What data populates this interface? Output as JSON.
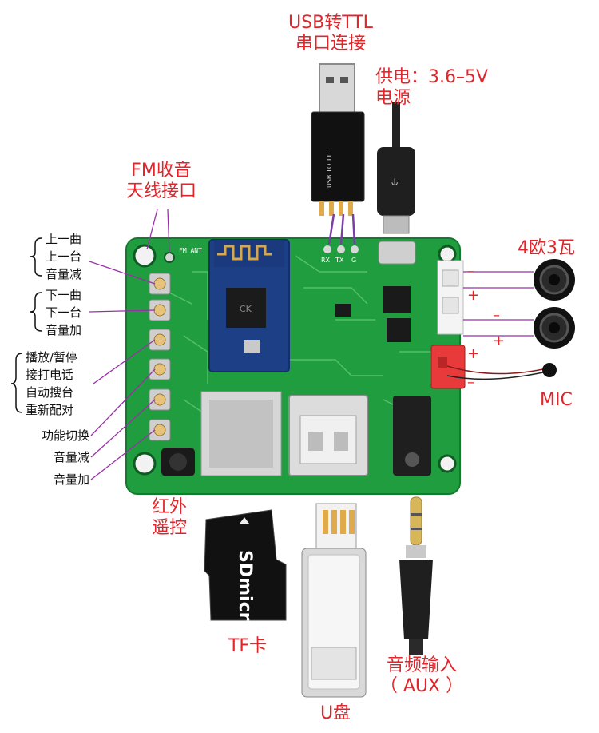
{
  "labels": {
    "usb_ttl_line1": "USB转TTL",
    "usb_ttl_line2": "串口连接",
    "power_line1": "供电：3.6–5V",
    "power_line2": "电源",
    "fm_line1": "FM收音",
    "fm_line2": "天线接口",
    "speaker": "4欧3瓦",
    "mic": "MIC",
    "ir_line1": "红外",
    "ir_line2": "遥控",
    "tf_card": "TF卡",
    "u_disk": "U盘",
    "aux_line1": "音频输入",
    "aux_line2": "（ AUX ）"
  },
  "buttons": [
    {
      "lines": [
        "上一曲",
        "上一台",
        "音量减"
      ]
    },
    {
      "lines": [
        "下一曲",
        "下一台",
        "音量加"
      ]
    },
    {
      "lines": [
        "播放/暂停",
        "接打电话",
        "自动搜台",
        "重新配对"
      ]
    },
    {
      "lines": [
        "功能切换"
      ]
    },
    {
      "lines": [
        "音量减"
      ]
    },
    {
      "lines": [
        "音量加"
      ]
    }
  ],
  "signs": {
    "minus": "–",
    "plus": "+"
  },
  "pin_labels": [
    "RX",
    "TX",
    "G"
  ],
  "fm_ant": "FM ANT",
  "sd_brand": "SDmicro",
  "colors": {
    "label_red": "#e0262b",
    "pcb_green": "#1f9d3f",
    "callout_purple": "#9b2fa8"
  }
}
